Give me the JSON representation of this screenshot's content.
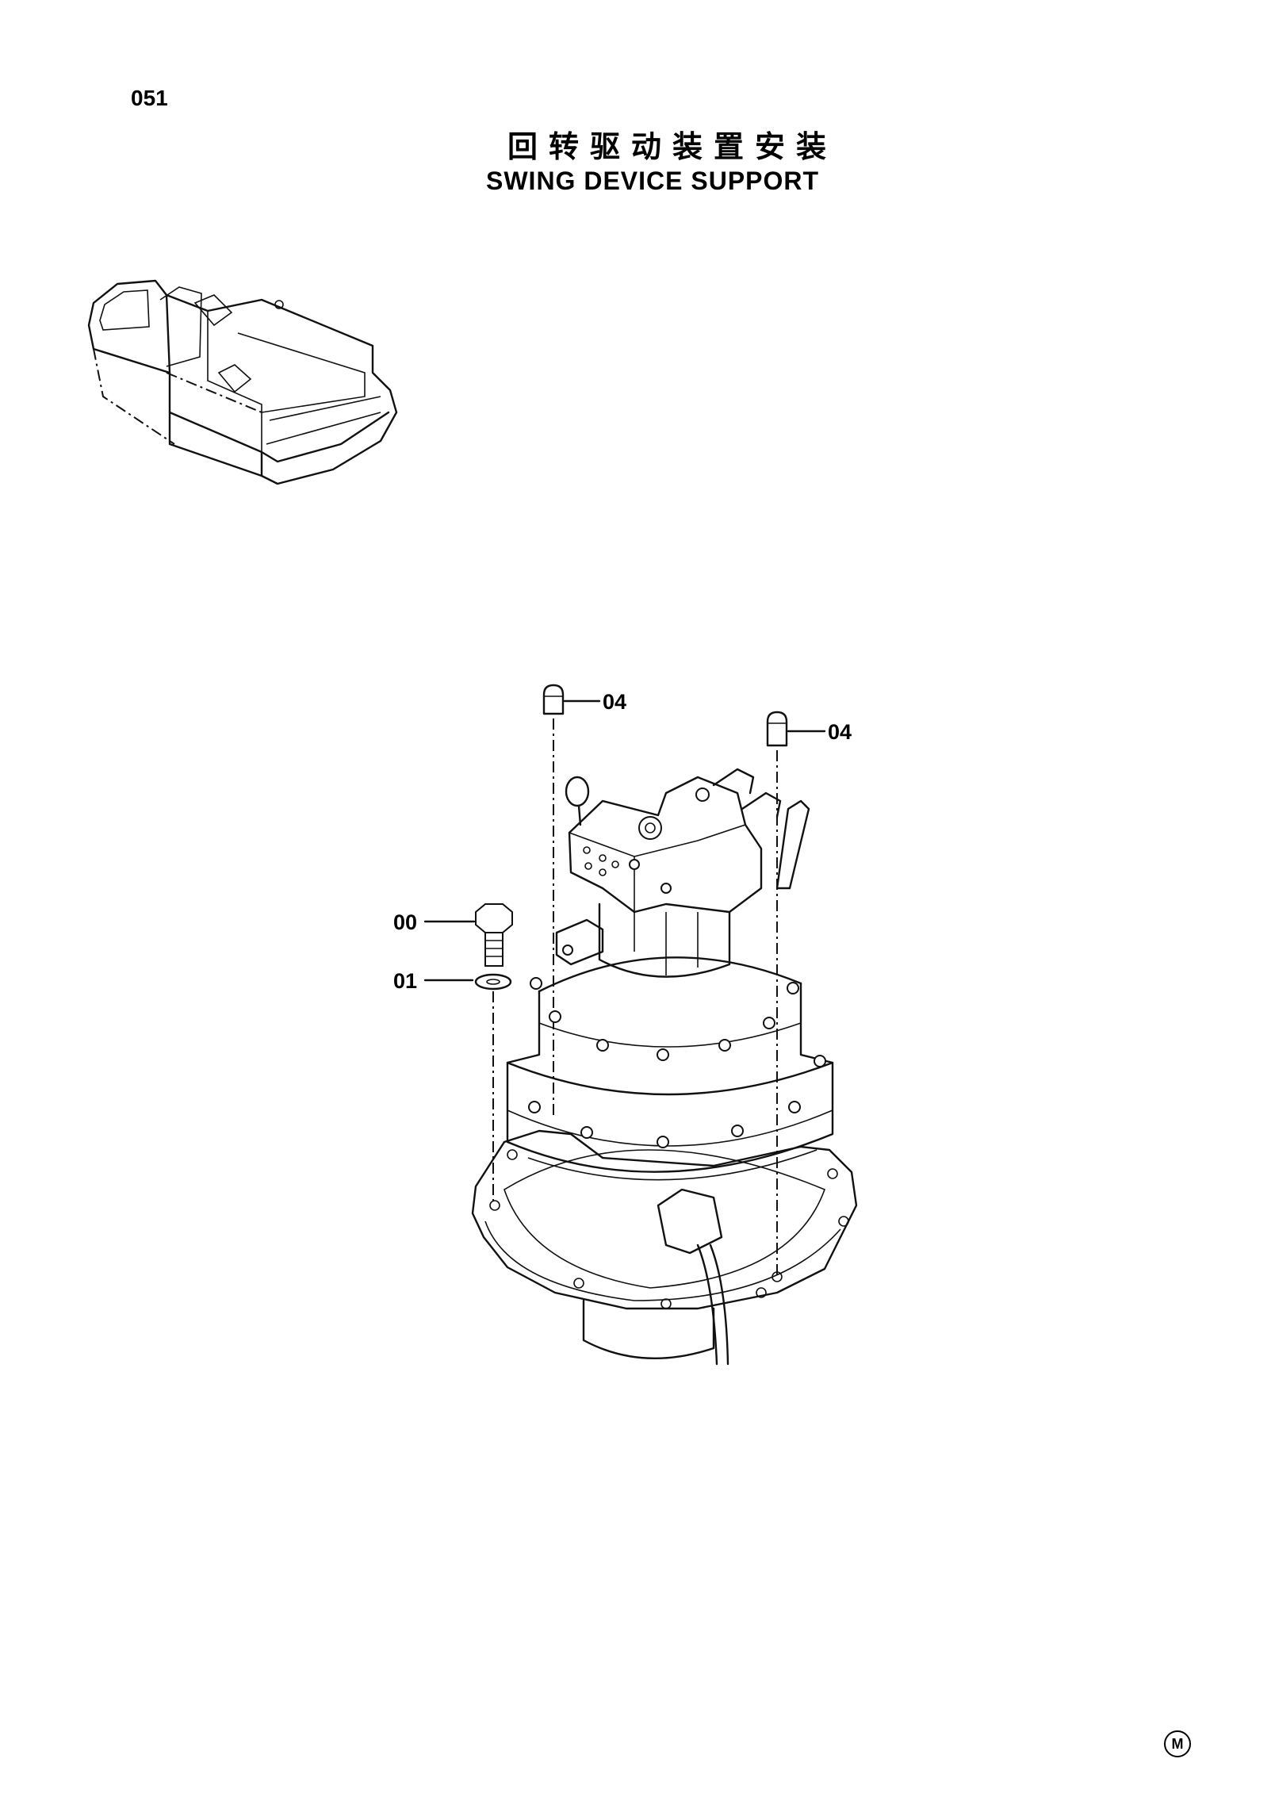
{
  "page_number": "051",
  "title_cn": "回转驱动装置安装",
  "title_en": "SWING DEVICE SUPPORT",
  "callouts": [
    {
      "label": "04",
      "part": "pin"
    },
    {
      "label": "04",
      "part": "pin"
    },
    {
      "label": "00",
      "part": "bolt"
    },
    {
      "label": "01",
      "part": "washer"
    }
  ],
  "corner_mark": "M",
  "icons": [
    "excavator-locator-icon",
    "swing-device-drawing"
  ]
}
